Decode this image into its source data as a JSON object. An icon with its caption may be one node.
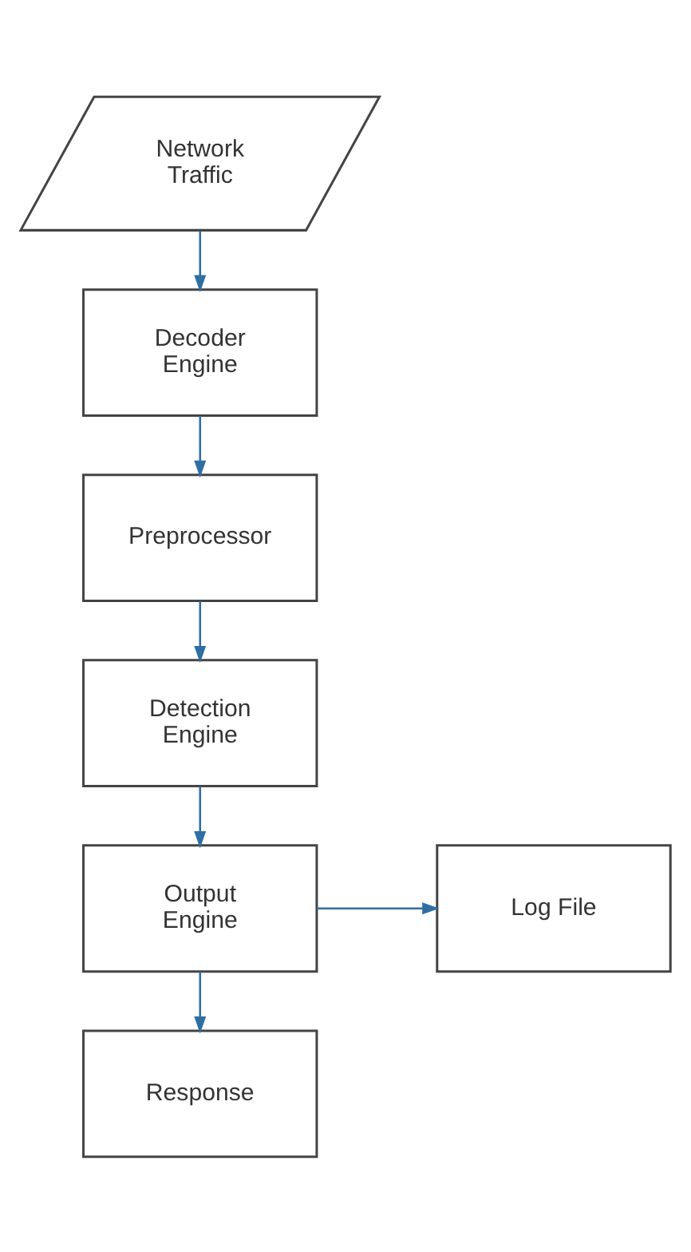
{
  "diagram": {
    "nodes": [
      {
        "text": [
          "Network Traffic"
        ]
      },
      {
        "text": [
          "Decoder Engine"
        ]
      },
      {
        "text": [
          "Preprocessor"
        ]
      },
      {
        "text": [
          "Detection Engine"
        ]
      },
      {
        "text": [
          "Output Engine"
        ]
      },
      {
        "text": [
          "Log File"
        ]
      },
      {
        "text": [
          "Response"
        ]
      }
    ],
    "edges": [
      {
        "from": 0,
        "to": 1,
        "arrow": "to"
      },
      {
        "from": 1,
        "to": 2,
        "arrow": "to"
      },
      {
        "from": 2,
        "to": 3,
        "arrow": "to"
      },
      {
        "from": 3,
        "to": 4,
        "arrow": "to"
      },
      {
        "from": 4,
        "to": 5,
        "arrow": "to"
      },
      {
        "from": 4,
        "to": 6,
        "arrow": "to"
      }
    ]
  }
}
